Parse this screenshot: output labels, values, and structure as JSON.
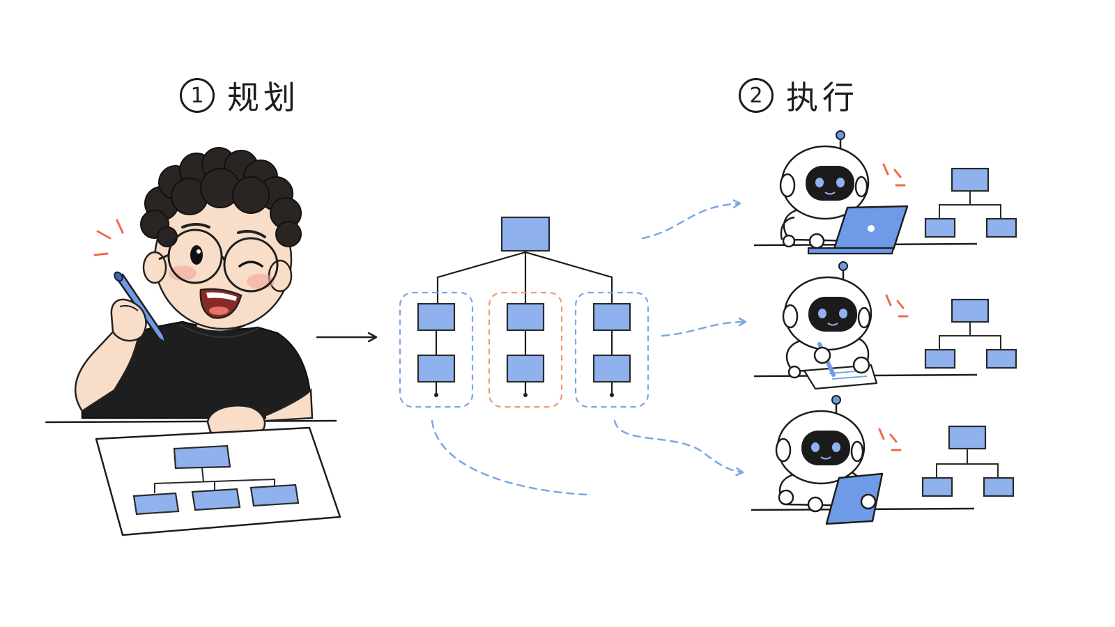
{
  "steps": [
    {
      "number": "1",
      "label": "规划"
    },
    {
      "number": "2",
      "label": "执行"
    }
  ],
  "colors": {
    "ink": "#1d1d1d",
    "box_fill": "#8fb2ee",
    "box_stroke": "#2a2a2a",
    "blue_dash": "#7aa6e8",
    "orange_dash": "#f0987a",
    "accent_red": "#f06a45",
    "shirt": "#1e1e1e",
    "skin": "#f8ddc8",
    "robot_face": "#1b1b1b",
    "robot_eye": "#8fb2ee",
    "device": "#6f9ae8"
  },
  "scene": {
    "planner": "person-with-pen",
    "executors": [
      "robot-laptop",
      "robot-writing",
      "robot-tablet"
    ],
    "plan_tree": {
      "root": 1,
      "branches": 3,
      "nodes_per_branch": 2,
      "branch_groups": [
        "blue",
        "orange",
        "blue"
      ]
    }
  }
}
